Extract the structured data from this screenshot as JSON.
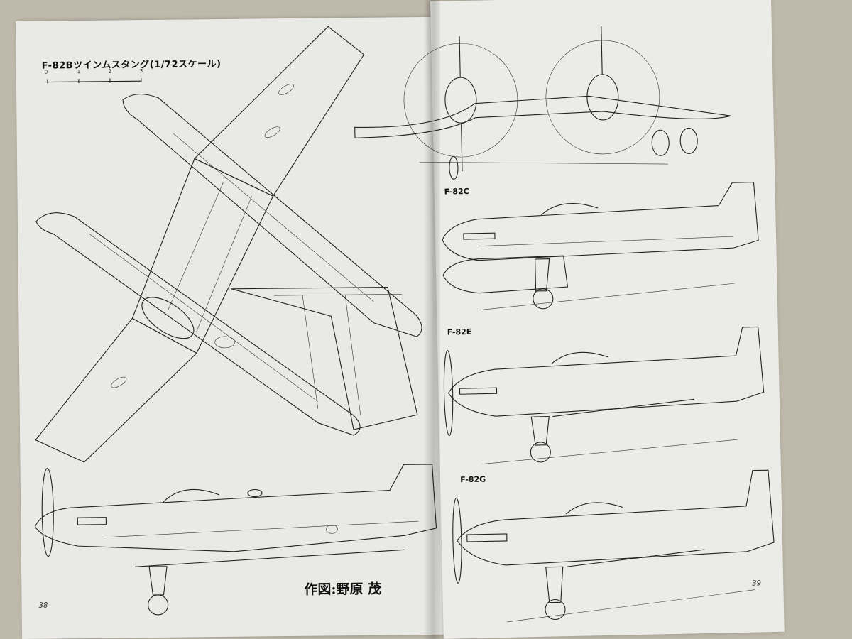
{
  "left_page": {
    "title": "F-82Bツインムスタング(1/72スケール)",
    "scale_ticks": [
      "0",
      "1",
      "2",
      "3"
    ],
    "credit": "作図:野原 茂",
    "page_number": "38"
  },
  "right_page": {
    "variants": [
      "F-82C",
      "F-82E",
      "F-82G"
    ],
    "page_number": "39"
  }
}
